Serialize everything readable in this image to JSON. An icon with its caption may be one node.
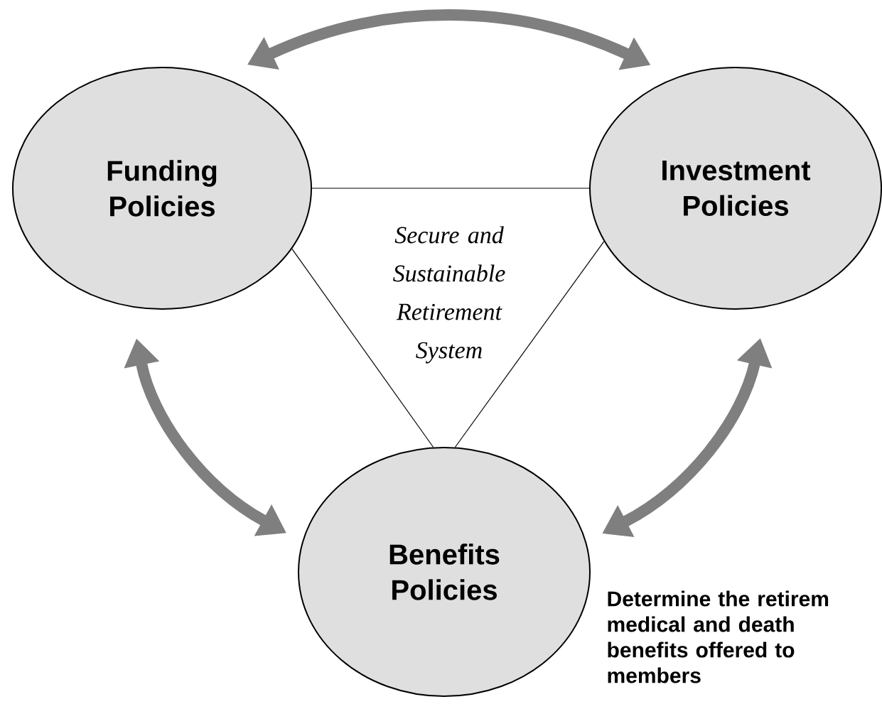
{
  "diagram": {
    "nodes": [
      {
        "text": [
          "Funding Policies"
        ]
      },
      {
        "text": [
          "Investment Policies"
        ]
      },
      {
        "text": [
          "Benefits Policies"
        ],
        "beside": [
          "Determine the retirem medical and death benefits offered to members"
        ]
      }
    ],
    "edges": [
      {
        "from": 0,
        "to": 1,
        "arrow": "none"
      },
      {
        "from": 0,
        "to": 2,
        "arrow": "none"
      },
      {
        "from": 1,
        "to": 2,
        "arrow": "none"
      },
      {
        "from": 0,
        "to": 1,
        "arrow": "both",
        "style": "thick",
        "color": "#7f7f7f"
      },
      {
        "from": 0,
        "to": 2,
        "arrow": "both",
        "style": "thick",
        "color": "#7f7f7f"
      },
      {
        "from": 2,
        "to": 1,
        "arrow": "both",
        "style": "thick",
        "color": "#7f7f7f"
      }
    ],
    "labels": [
      "Secure and Sustainable Retirement System"
    ]
  }
}
